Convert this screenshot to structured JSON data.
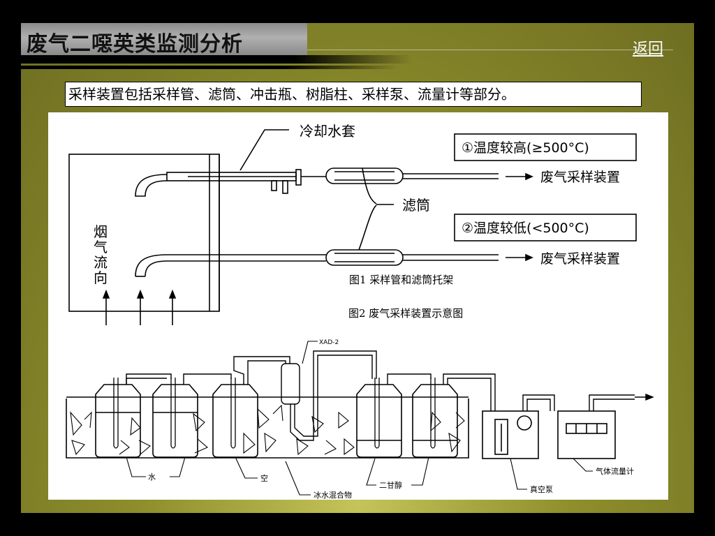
{
  "page": {
    "title": "废气二噁英类监测分析",
    "back_label": "返回",
    "intro": "采样装置包括采样管、滤筒、冲击瓶、树脂柱、采样泵、流量计等部分。"
  },
  "figure1": {
    "cooling_jacket": "冷却水套",
    "condition_high": "①温度较高(≥500°C)",
    "condition_low": "②温度较低(<500°C)",
    "sampling_device_top": "废气采样装置",
    "sampling_device_bottom": "废气采样装置",
    "filter": "滤筒",
    "flue_gas_direction": [
      "烟",
      "气",
      "流",
      "向"
    ],
    "caption": "图1 采样管和滤筒托架"
  },
  "figure2": {
    "caption": "图2 废气采样装置示意图",
    "resin_label": "XAD-2",
    "water": "水",
    "empty": "空",
    "ice_water": "冰水混合物",
    "glycol": "二甘醇",
    "vacuum_pump": "真空泵",
    "gas_flowmeter": "气体流量计"
  },
  "colors": {
    "slide_olive": "#8e8e2c",
    "title_grey": "#a0a0a0",
    "link_white": "#ffffff"
  }
}
